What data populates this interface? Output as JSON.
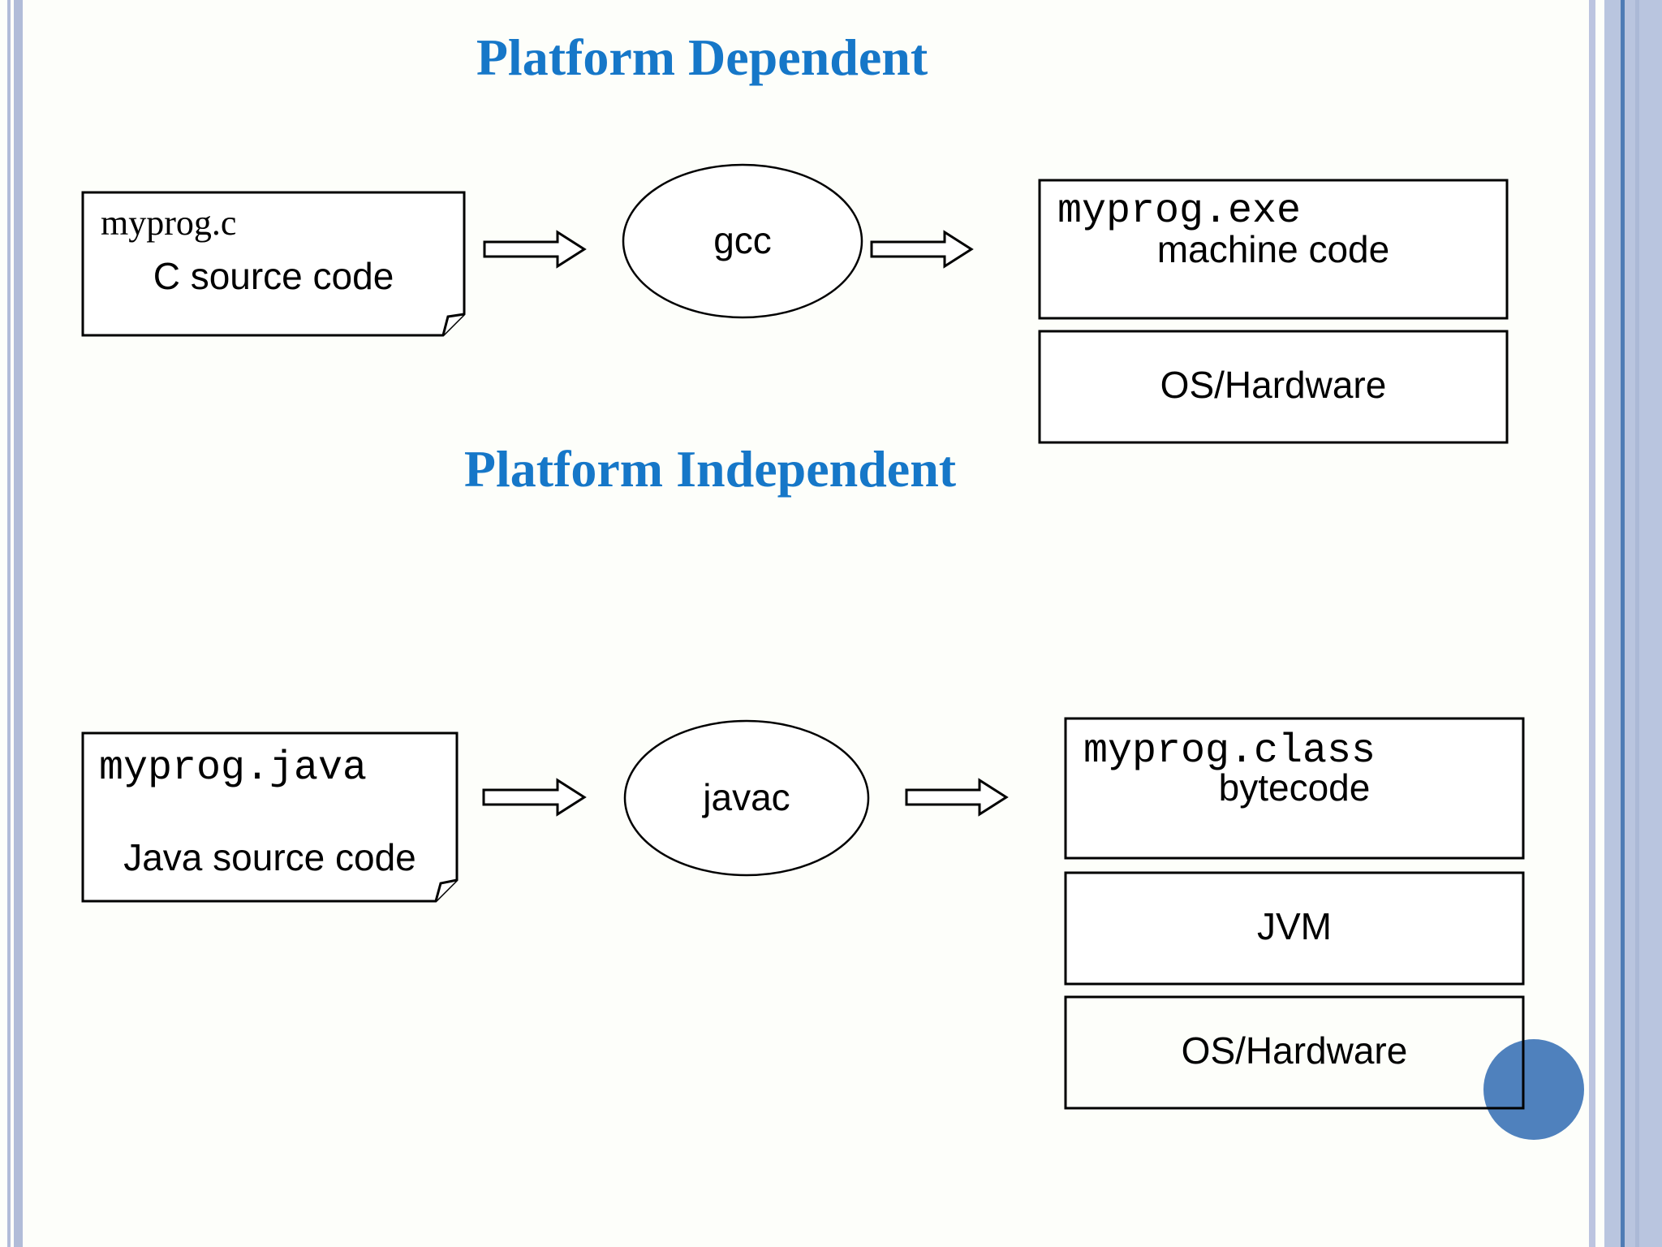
{
  "slide": {
    "row1": {
      "title": "Platform Dependent",
      "doc_filename": "myprog.c",
      "doc_label": "C source code",
      "compiler_label": "gcc",
      "out_filename": "myprog.exe",
      "out_label": "machine code",
      "os_label": "OS/Hardware"
    },
    "row2": {
      "title": "Platform Independent",
      "doc_filename": "myprog.java",
      "doc_label": "Java source code",
      "compiler_label": "javac",
      "out_filename": "myprog.class",
      "out_label": "bytecode",
      "jvm_label": "JVM",
      "os_label": "OS/Hardware"
    },
    "colors": {
      "title_blue": "#1677c8",
      "accent_circle_blue": "#4f81bd",
      "border_light_blue": "#b9c5df",
      "border_stripe_blue": "#b1bcd8",
      "border_dark_blue": "#4f7cb5"
    }
  }
}
